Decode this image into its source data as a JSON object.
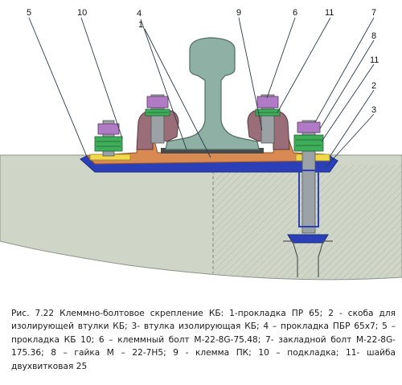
{
  "labels": [
    "5",
    "10",
    "4",
    "1",
    "9",
    "6",
    "11",
    "7",
    "8",
    "11",
    "2",
    "3"
  ],
  "caption": "Рис. 7.22 Клеммно-болтовое скрепление КБ: 1-прокладка ПР 65; 2 - скоба для изолирующей втулки КБ; 3- втулка изолирующая КБ; 4 – прокладка ПБР 65х7; 5 – прокладка КБ 10; 6 – клеммный болт М-22-8G-75.48; 7- закладной болт М-22-8G-175.36; 8 – гайка М – 22-7Н5; 9 - клемма ПК; 10 – подкладка; 11- шайба двухвитковая 25",
  "colors": {
    "rail": "#8fb0a4",
    "sleeper": "#cfd6c8",
    "baseplate": "#d98a52",
    "clamp": "#9a6e78",
    "pad_blue": "#2a3fb8",
    "washer_green": "#3fae5a",
    "bolt_grey": "#9aa2a6",
    "nut_purple": "#b07ac4",
    "insulator_yellow": "#f0d84a"
  }
}
